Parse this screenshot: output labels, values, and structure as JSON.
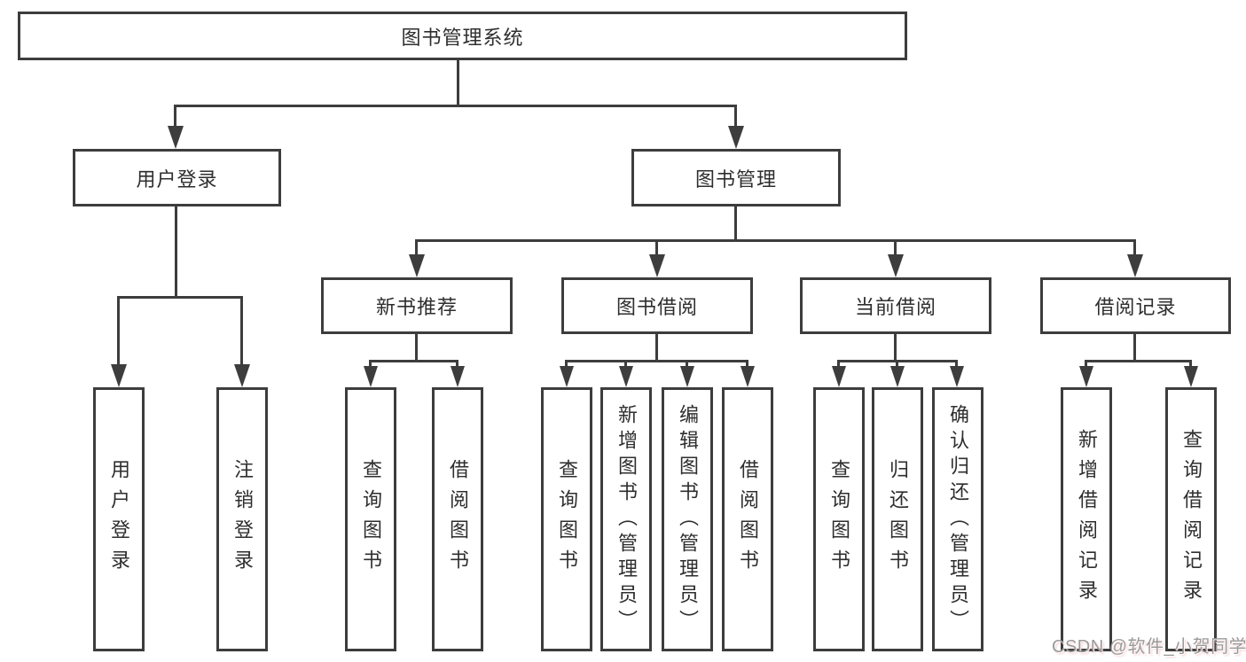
{
  "colors": {
    "line": "#3d3d3d",
    "text": "#2e2e2e",
    "background": "#ffffff",
    "watermark": "#9b9b9b"
  },
  "watermark": {
    "text": "CSDN @软件_小贺同学"
  },
  "tree": {
    "root": {
      "label": "图书管理系统",
      "children": [
        {
          "label": "用户登录",
          "children": [
            {
              "label": "用户登录"
            },
            {
              "label": "注销登录"
            }
          ]
        },
        {
          "label": "图书管理",
          "children": [
            {
              "label": "新书推荐",
              "children": [
                {
                  "label": "查询图书"
                },
                {
                  "label": "借阅图书"
                }
              ]
            },
            {
              "label": "图书借阅",
              "children": [
                {
                  "label": "查询图书"
                },
                {
                  "label": "新增图书（管理员）"
                },
                {
                  "label": "编辑图书（管理员）"
                },
                {
                  "label": "借阅图书"
                }
              ]
            },
            {
              "label": "当前借阅",
              "children": [
                {
                  "label": "查询图书"
                },
                {
                  "label": "归还图书"
                },
                {
                  "label": "确认归还（管理员）"
                }
              ]
            },
            {
              "label": "借阅记录",
              "children": [
                {
                  "label": "新增借阅记录"
                },
                {
                  "label": "查询借阅记录"
                }
              ]
            }
          ]
        }
      ]
    }
  }
}
